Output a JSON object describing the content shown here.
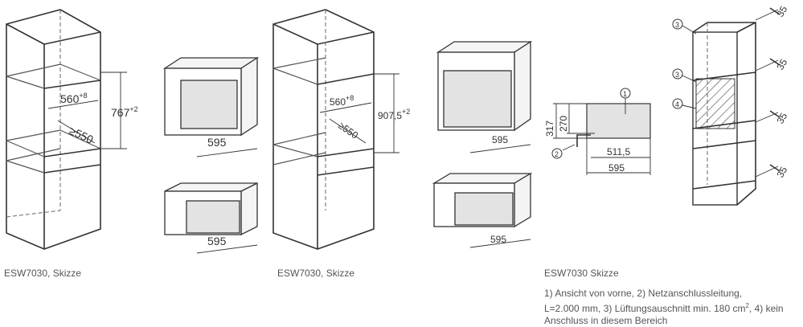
{
  "panel1": {
    "width_dim": "560",
    "width_tol": "+8",
    "depth_dim": "≥550",
    "height_dim": "767",
    "height_tol": "+2",
    "unit_width_top": "595",
    "unit_width_bottom": "595",
    "caption": "ESW7030, Skizze"
  },
  "panel2": {
    "width_dim": "560",
    "width_tol": "+8",
    "depth_dim": "≥550",
    "height_dim": "907,5",
    "height_tol": "+2",
    "unit_width_top": "595",
    "unit_width_bottom": "595",
    "caption": "ESW7030, Skizze"
  },
  "panel3": {
    "total_height": "317",
    "front_height": "270",
    "callout_1": "1",
    "callout_2": "2",
    "depth_inner": "511,5",
    "width": "595",
    "callout_3a": "3",
    "callout_3b": "3",
    "callout_4": "4",
    "spacing": [
      "35",
      "35",
      "35",
      "35"
    ],
    "caption": "ESW7030  Skizze",
    "notes_line1": "1) Ansicht von vorne, 2) Netzanschlussleitung,",
    "notes_line2a": "L=2.000 mm, 3) Lüftungsauschnitt min. 180 cm",
    "notes_sup": "2",
    "notes_line2b": ", 4) kein",
    "notes_line3": "Anschluss in diesem Bereich"
  }
}
